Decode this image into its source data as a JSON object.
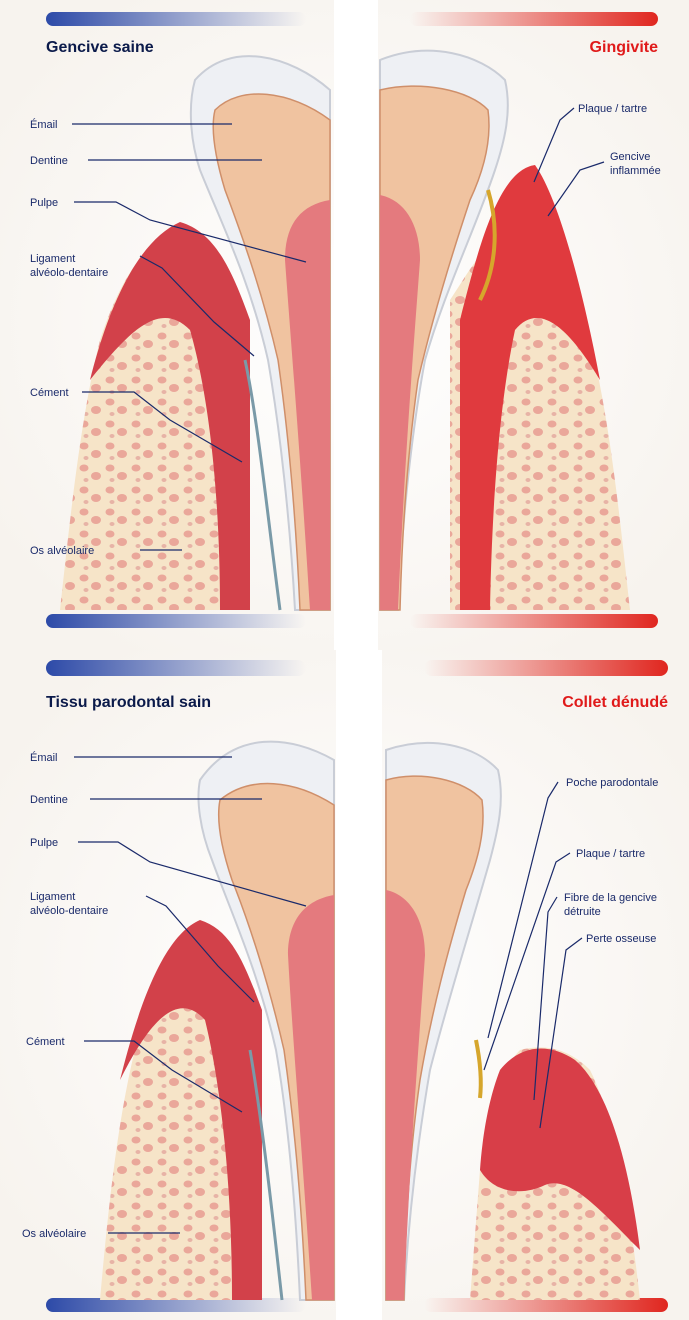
{
  "top": {
    "left_title": "Gencive saine",
    "right_title": "Gingivite",
    "left_labels": {
      "email": "Émail",
      "dentine": "Dentine",
      "pulpe": "Pulpe",
      "ligament_1": "Ligament",
      "ligament_2": "alvéolo-dentaire",
      "cement": "Cément",
      "os": "Os alvéolaire"
    },
    "right_labels": {
      "plaque": "Plaque / tartre",
      "gencive_1": "Gencive",
      "gencive_2": "inflammée"
    }
  },
  "bottom": {
    "left_title": "Tissu parodontal sain",
    "right_title": "Collet dénudé",
    "left_labels": {
      "email": "Émail",
      "dentine": "Dentine",
      "pulpe": "Pulpe",
      "ligament_1": "Ligament",
      "ligament_2": "alvéolo-dentaire",
      "cement": "Cément",
      "os": "Os alvéolaire"
    },
    "right_labels": {
      "poche": "Poche parodontale",
      "plaque": "Plaque / tartre",
      "fibre_1": "Fibre de la gencive",
      "fibre_2": "détruite",
      "perte": "Perte osseuse"
    }
  },
  "colors": {
    "title_blue": "#0b1a4a",
    "title_red": "#e01a1a",
    "bar_blue": "#2d4aa8",
    "bar_red": "#e0261f",
    "gum": "#d2414a",
    "enamel": "#eef0f4",
    "dentine": "#f0c3a0",
    "pulp": "#e47a7e",
    "bone": "#f6e4c8"
  }
}
